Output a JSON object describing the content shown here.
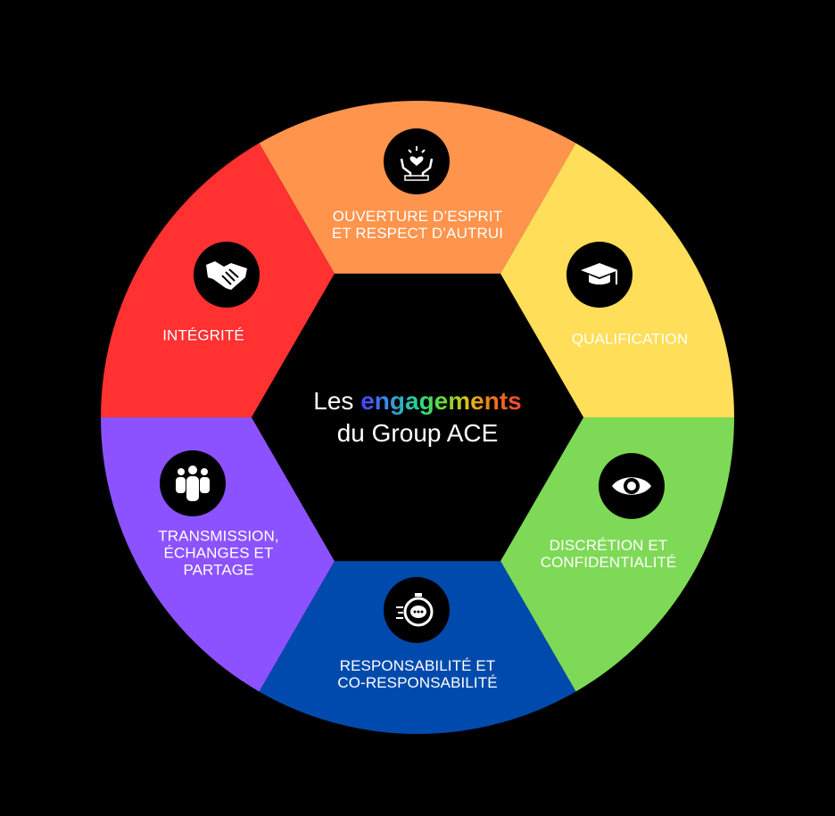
{
  "title": {
    "line1_prefix": "Les",
    "line1_highlight": "engagements",
    "line2": "du Group ACE"
  },
  "segments": [
    {
      "id": "ouverture",
      "label": "OUVERTURE D’ESPRIT\nET RESPECT D’AUTRUI",
      "color": "#FF944D",
      "icon": "hands-heart-icon"
    },
    {
      "id": "qualification",
      "label": "QUALIFICATION",
      "color": "#FFDE59",
      "icon": "graduation-cap-icon"
    },
    {
      "id": "discretion",
      "label": "DISCRÉTION ET\nCONFIDENTIALITÉ",
      "color": "#7ED957",
      "icon": "eye-icon"
    },
    {
      "id": "responsabilite",
      "label": "RESPONSABILITÉ ET\nCO-RESPONSABILITÉ",
      "color": "#004AAD",
      "icon": "stopwatch-chat-icon"
    },
    {
      "id": "transmission",
      "label": "TRANSMISSION,\nÉCHANGES ET\nPARTAGE",
      "color": "#8C52FF",
      "icon": "people-group-icon"
    },
    {
      "id": "integrite",
      "label": "INTÉGRITÉ",
      "color": "#FF3131",
      "icon": "handshake-icon"
    }
  ]
}
